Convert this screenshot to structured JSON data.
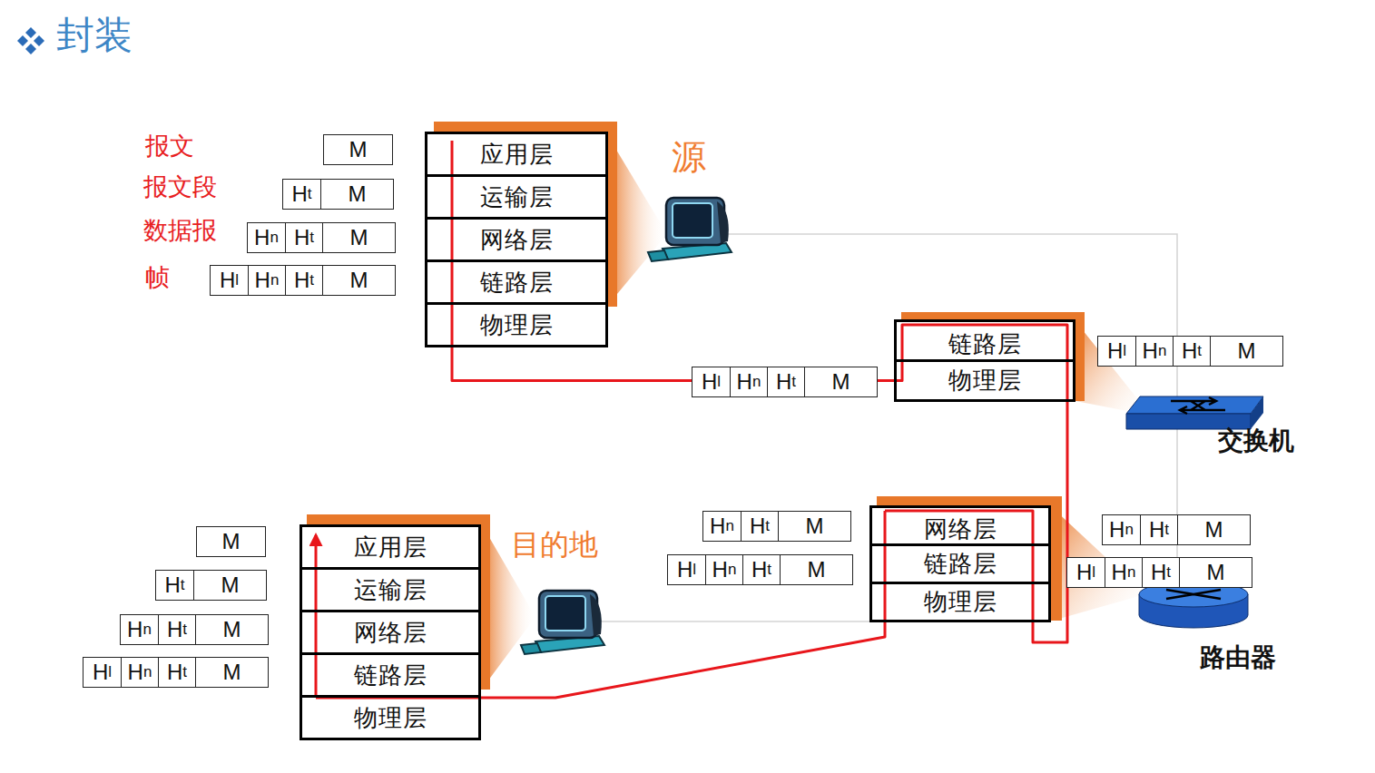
{
  "diagram": {
    "title": "封装",
    "nodes": [
      {
        "text": [
          "应用层"
        ]
      },
      {
        "text": [
          "运输层"
        ]
      },
      {
        "text": [
          "网络层"
        ]
      },
      {
        "text": [
          "链路层"
        ]
      },
      {
        "text": [
          "物理层"
        ]
      },
      {
        "text": [
          "M"
        ]
      },
      {
        "text": [
          "Ht",
          "M"
        ]
      },
      {
        "text": [
          "Hn",
          "Ht",
          "M"
        ]
      },
      {
        "text": [
          "Hl",
          "Hn",
          "Ht",
          "M"
        ]
      },
      {
        "text": [
          "Hl",
          "Hn",
          "Ht",
          "M"
        ]
      },
      {
        "text": [
          "链路层"
        ]
      },
      {
        "text": [
          "物理层"
        ]
      },
      {
        "text": [
          "Hl",
          "Hn",
          "Ht",
          "M"
        ]
      },
      {
        "text": [
          "网络层"
        ]
      },
      {
        "text": [
          "链路层"
        ]
      },
      {
        "text": [
          "物理层"
        ]
      },
      {
        "text": [
          "Hn",
          "Ht",
          "M"
        ]
      },
      {
        "text": [
          "Hl",
          "Hn",
          "Ht",
          "M"
        ]
      },
      {
        "text": [
          "Hn",
          "Ht",
          "M"
        ]
      },
      {
        "text": [
          "Hl",
          "Hn",
          "Ht",
          "M"
        ]
      },
      {
        "text": [
          "应用层"
        ]
      },
      {
        "text": [
          "运输层"
        ]
      },
      {
        "text": [
          "网络层"
        ]
      },
      {
        "text": [
          "链路层"
        ]
      },
      {
        "text": [
          "物理层"
        ]
      },
      {
        "text": [
          "M"
        ]
      },
      {
        "text": [
          "Ht",
          "M"
        ]
      },
      {
        "text": [
          "Hn",
          "Ht",
          "M"
        ]
      },
      {
        "text": [
          "Hl",
          "Hn",
          "Ht",
          "M"
        ]
      }
    ],
    "edges": [
      {
        "from": 0,
        "to": 4,
        "arrow": "none"
      },
      {
        "from": 4,
        "to": 11,
        "arrow": "none"
      },
      {
        "from": 11,
        "to": 10,
        "arrow": "none"
      },
      {
        "from": 10,
        "to": 13,
        "arrow": "none"
      },
      {
        "from": 13,
        "to": 24,
        "arrow": "none"
      },
      {
        "from": 24,
        "to": 20,
        "arrow": "to"
      }
    ],
    "labels": [
      "报文",
      "报文段",
      "数据报",
      "帧",
      "源",
      "交换机",
      "目的地",
      "路由器"
    ]
  }
}
